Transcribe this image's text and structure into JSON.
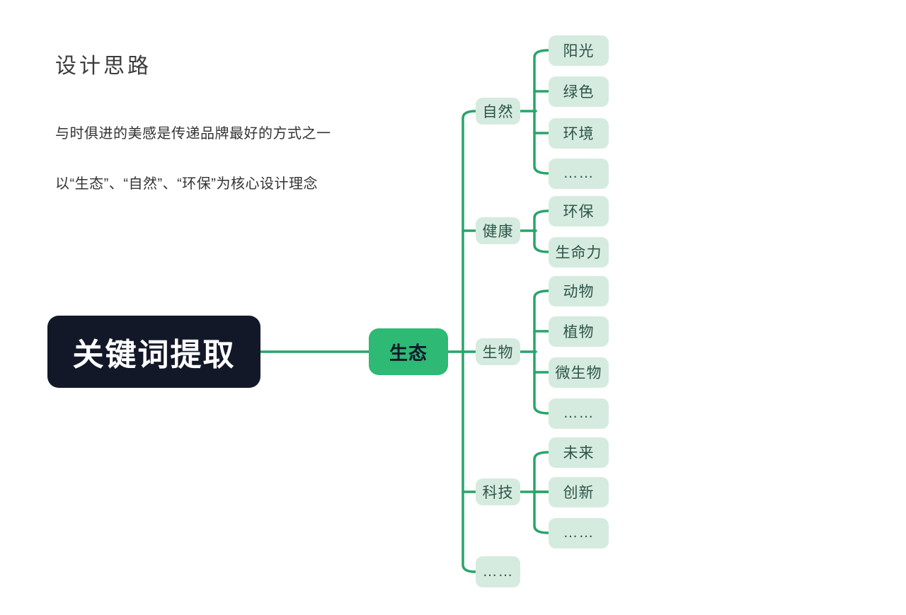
{
  "header": {
    "title": "设计思路",
    "line1": "与时俱进的美感是传递品牌最好的方式之一",
    "line2": "以“生态”、“自然”、“环保”为核心设计理念"
  },
  "mindmap": {
    "root_label": "关键词提取",
    "center_label": "生态",
    "branches": [
      {
        "label": "自然",
        "children": [
          "阳光",
          "绿色",
          "环境",
          "……"
        ]
      },
      {
        "label": "健康",
        "children": [
          "环保",
          "生命力"
        ]
      },
      {
        "label": "生物",
        "children": [
          "动物",
          "植物",
          "微生物",
          "……"
        ]
      },
      {
        "label": "科技",
        "children": [
          "未来",
          "创新",
          "……"
        ]
      },
      {
        "label": "……",
        "children": []
      }
    ],
    "colors": {
      "connector": "#28a56a",
      "root_bg": "#131829",
      "root_text": "#ffffff",
      "center_bg": "#2eb975",
      "center_text": "#10182a",
      "node_bg": "#d6ebdf",
      "node_text": "#2d5548",
      "heading_text": "#3c3c3c",
      "body_text": "#333333"
    }
  }
}
